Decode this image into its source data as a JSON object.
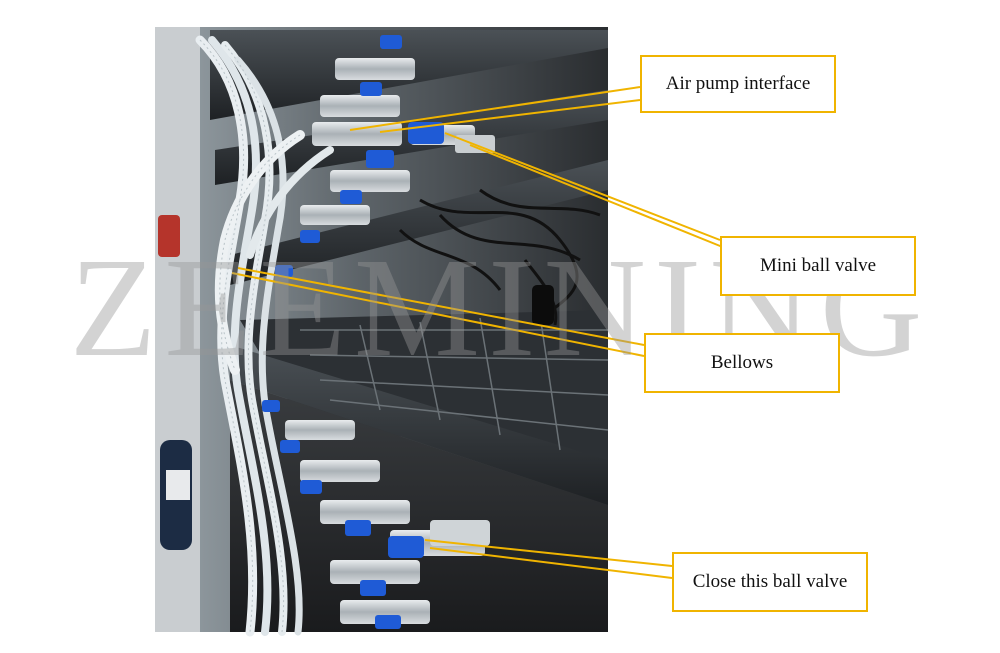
{
  "watermark": "ZEEMINING",
  "colors": {
    "leader": "#f0b400",
    "valve": "#1f5bd6",
    "tube": "#e6edf0",
    "rack": "#2b2f33"
  },
  "callouts": {
    "air_pump": "Air pump interface",
    "mini_valve": "Mini ball valve",
    "bellows": "Bellows",
    "close_valve": "Close this ball valve"
  }
}
